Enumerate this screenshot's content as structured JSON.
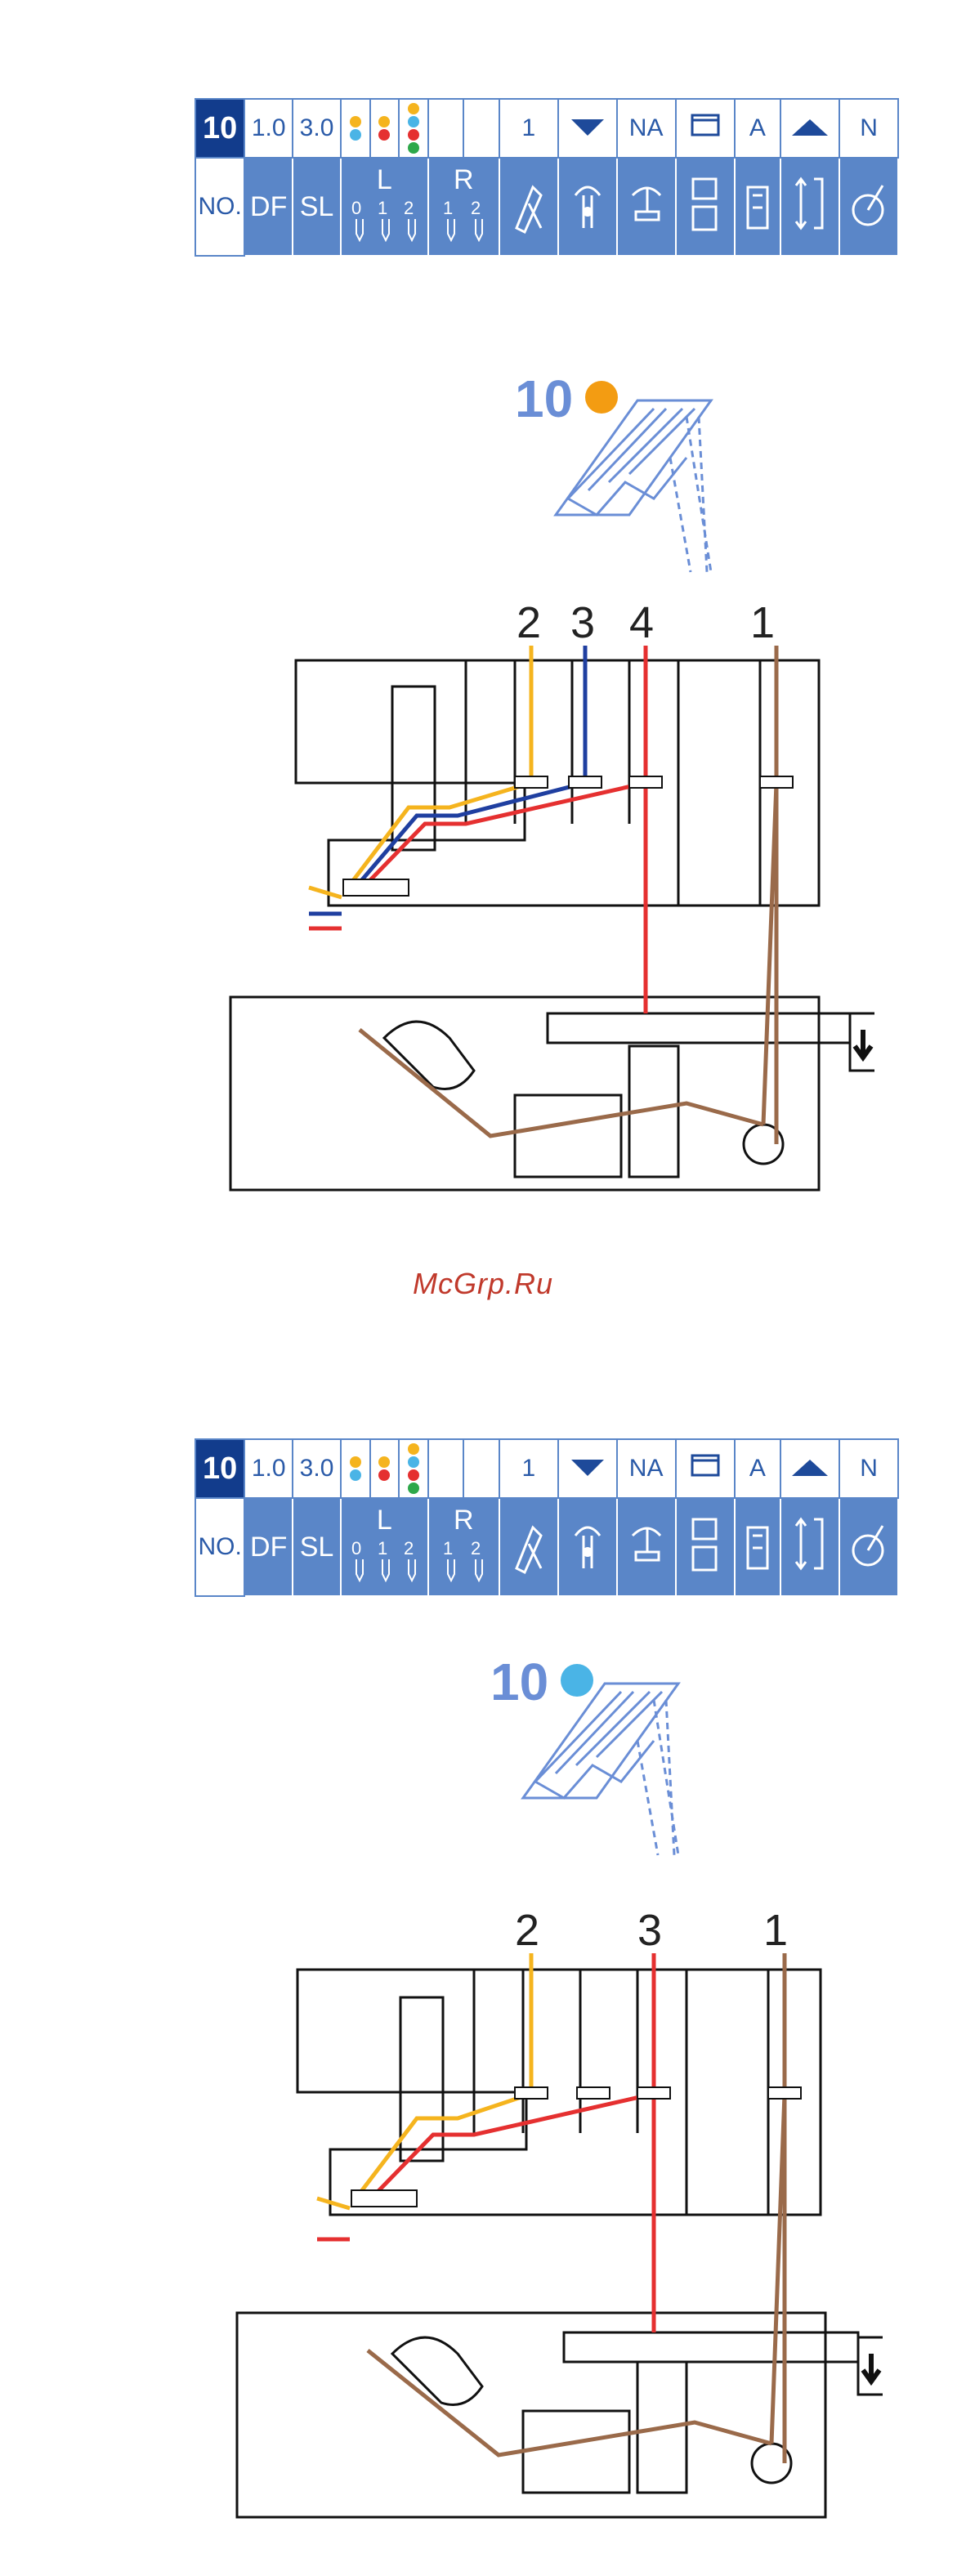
{
  "sections": [
    {
      "table": {
        "top_row": [
          "10",
          "1.0",
          "3.0",
          "",
          "",
          "",
          "",
          "",
          "1",
          "",
          "NA",
          "",
          "A",
          "",
          "N"
        ],
        "bottom_row": [
          "NO.",
          "DF",
          "SL",
          "L",
          "R"
        ],
        "l_ticks": [
          "0",
          "1",
          "2"
        ],
        "r_ticks": [
          "1",
          "2"
        ]
      },
      "stitch_number": "10",
      "stitch_dot_color": "#f39c12",
      "thread_labels": [
        "2",
        "3",
        "4",
        "1"
      ],
      "thread_colors": [
        "#f5b41e",
        "#1f3fa0",
        "#e53030",
        "#9a6a4a"
      ]
    },
    {
      "table": {
        "top_row": [
          "10",
          "1.0",
          "3.0",
          "",
          "",
          "",
          "",
          "",
          "1",
          "",
          "NA",
          "",
          "A",
          "",
          "N"
        ],
        "bottom_row": [
          "NO.",
          "DF",
          "SL",
          "L",
          "R"
        ],
        "l_ticks": [
          "0",
          "1",
          "2"
        ],
        "r_ticks": [
          "1",
          "2"
        ]
      },
      "stitch_number": "10",
      "stitch_dot_color": "#4ab4e6",
      "thread_labels": [
        "2",
        "3",
        "1"
      ],
      "thread_colors": [
        "#f5b41e",
        "#e53030",
        "#9a6a4a"
      ]
    }
  ],
  "watermark": "McGrp.Ru",
  "icons": [
    "cutter-icon",
    "blade-icon",
    "presser-foot-icon",
    "fabric-icon",
    "needle-plate-icon",
    "height-icon",
    "knob-icon",
    "down-arrow-icon"
  ]
}
